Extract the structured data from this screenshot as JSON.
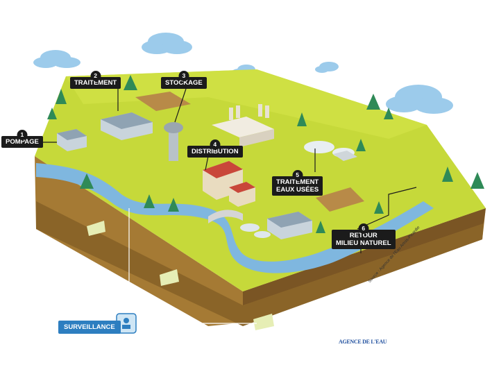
{
  "diagram": {
    "steps": [
      {
        "num": "1",
        "label": "POMPAGE"
      },
      {
        "num": "2",
        "label": "TRAITEMENT"
      },
      {
        "num": "3",
        "label": "STOCKAGE"
      },
      {
        "num": "4",
        "label": "DISTRIBUTION"
      },
      {
        "num": "5",
        "label_line1": "TRAITEMENT",
        "label_line2": "EAUX USÉES"
      },
      {
        "num": "6",
        "label_line1": "RETOUR",
        "label_line2": "MILIEU NATUREL"
      }
    ],
    "surveillance": "SURVEILLANCE",
    "source": "Source : Agence de l'Eau Artois-Picardie",
    "logo": "AGENCE DE L'EAU"
  },
  "colors": {
    "grass": "#c6d93a",
    "grass_light": "#d6e54a",
    "soil": "#a57a34",
    "soil_dark": "#7a5524",
    "river": "#7fb7df",
    "tree": "#2f8a57",
    "sky_cloud": "#9ccbeb",
    "label_bg": "#1b1b1b",
    "surveillance_bg": "#2d7ec0"
  }
}
